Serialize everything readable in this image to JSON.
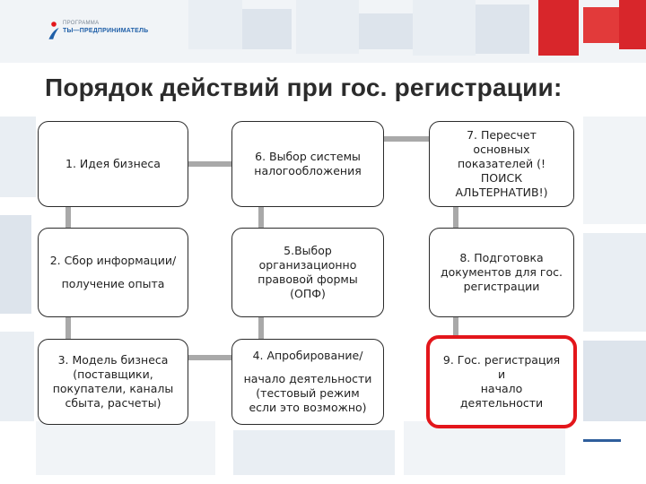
{
  "logo": {
    "small_text": "ПРОГРАММА",
    "main_text": "ТЫ—ПРЕДПРИНИМАТЕЛЬ",
    "icon": "figure-logo-icon"
  },
  "title": "Порядок действий при гос. регистрации:",
  "steps": [
    {
      "lines": [
        "1. Идея бизнеса"
      ],
      "highlighted": false
    },
    {
      "lines": [
        "6. Выбор системы",
        "налогообложения"
      ],
      "highlighted": false
    },
    {
      "lines": [
        "7. Пересчет основных",
        "показателей (!ПОИСК",
        "АЛЬТЕРНАТИВ!)"
      ],
      "highlighted": false
    },
    {
      "lines": [
        "2. Сбор информации/",
        "получение опыта"
      ],
      "highlighted": false
    },
    {
      "lines": [
        "5.Выбор",
        "организационно",
        "правовой формы",
        "(ОПФ)"
      ],
      "highlighted": false
    },
    {
      "lines": [
        "8. Подготовка",
        "документов для гос.",
        "регистрации"
      ],
      "highlighted": false
    },
    {
      "lines": [
        "3. Модель бизнеса",
        "(поставщики,",
        "покупатели, каналы",
        "сбыта, расчеты)"
      ],
      "highlighted": false
    },
    {
      "lines": [
        "4. Апробирование/",
        "начало деятельности",
        "(тестовый режим",
        "если это возможно)"
      ],
      "highlighted": false
    },
    {
      "lines": [
        "9. Гос. регистрация и",
        "начало деятельности"
      ],
      "highlighted": true
    }
  ],
  "colors": {
    "highlight_border": "#e3161b",
    "connector": "#a9a9a9",
    "box_border": "#2b2b2b"
  }
}
